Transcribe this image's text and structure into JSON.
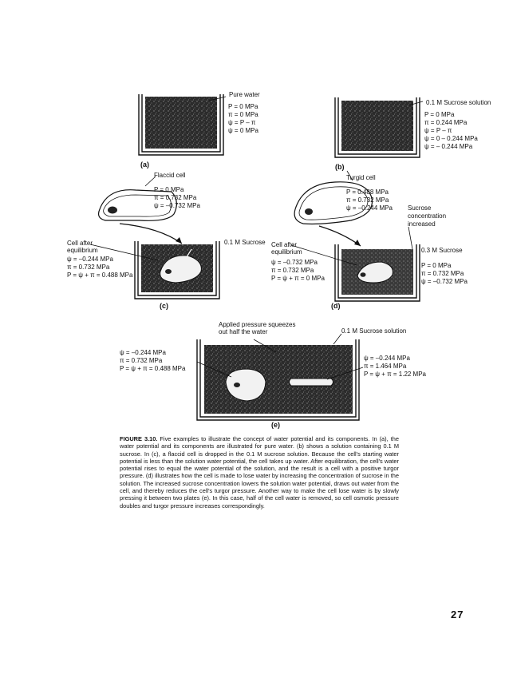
{
  "panel_a": {
    "label": "(a)",
    "title": "Pure water",
    "lines": [
      "P = 0 MPa",
      "π = 0 MPa",
      "ψ = P – π",
      "ψ = 0 MPa"
    ]
  },
  "panel_b": {
    "label": "(b)",
    "title": "0.1 M Sucrose solution",
    "lines": [
      "P = 0 MPa",
      "π = 0.244 MPa",
      "ψ = P – π",
      "ψ = 0 – 0.244 MPa",
      "ψ = – 0.244 MPa"
    ]
  },
  "panel_c": {
    "label": "(c)",
    "cell_title": "Flaccid cell",
    "cell_lines": [
      "P = 0 MPa",
      "π = 0.732 MPa",
      "ψ = –0.732 MPa"
    ],
    "solution": "0.1 M Sucrose",
    "after_title": [
      "Cell after",
      "equilibrium"
    ],
    "after_lines": [
      "ψ = –0.244 MPa",
      "π = 0.732 MPa",
      "P = ψ + π = 0.488 MPa"
    ]
  },
  "panel_d": {
    "label": "(d)",
    "cell_title": "Turgid cell",
    "cell_lines": [
      "P = 0.488 MPa",
      "π = 0.732 MPa",
      "ψ = –0.244 MPa"
    ],
    "sucrose_note": [
      "Sucrose",
      "concentration",
      "increased"
    ],
    "solution": "0.3 M Sucrose",
    "solution_lines": [
      "P = 0 MPa",
      "π = 0.732 MPa",
      "ψ = –0.732 MPa"
    ],
    "after_title": [
      "Cell after",
      "equilibrium"
    ],
    "after_lines": [
      "ψ = –0.732 MPa",
      "π = 0.732 MPa",
      "P = ψ + π = 0 MPa"
    ]
  },
  "panel_e": {
    "label": "(e)",
    "pressure_note": [
      "Applied pressure squeezes",
      "out half the water"
    ],
    "solution": "0.1 M Sucrose solution",
    "left_lines": [
      "ψ = –0.244 MPa",
      "π = 0.732 MPa",
      "P = ψ + π = 0.488 MPa"
    ],
    "right_lines": [
      "ψ = –0.244 MPa",
      "π = 1.464 MPa",
      "P = ψ + π = 1.22 MPa"
    ]
  },
  "caption": {
    "label": "FIGURE 3.10.",
    "text": "Five examples to illustrate the concept of water potential and its components. In (a), the water potential and its components are illustrated for pure water. (b) shows a solution containing 0.1 M sucrose. In (c), a flaccid cell is dropped in the 0.1 M sucrose solution. Because the cell's starting water potential is less than the solution water potential, the cell takes up water. After equilibration, the cell's water potential rises to equal the water potential of the solution, and the result is a cell with a positive turgor pressure. (d) illustrates how the cell is made to lose water by increasing the concentration of sucrose in the solution. The increased sucrose concentration lowers the solution water potential, draws out water from the cell, and thereby reduces the cell's turgor pressure. Another way to make the cell lose water is by slowly pressing it between two plates (e). In this case, half of the cell water is removed, so cell osmotic pressure doubles and turgor pressure increases correspondingly."
  },
  "page_number": "27"
}
